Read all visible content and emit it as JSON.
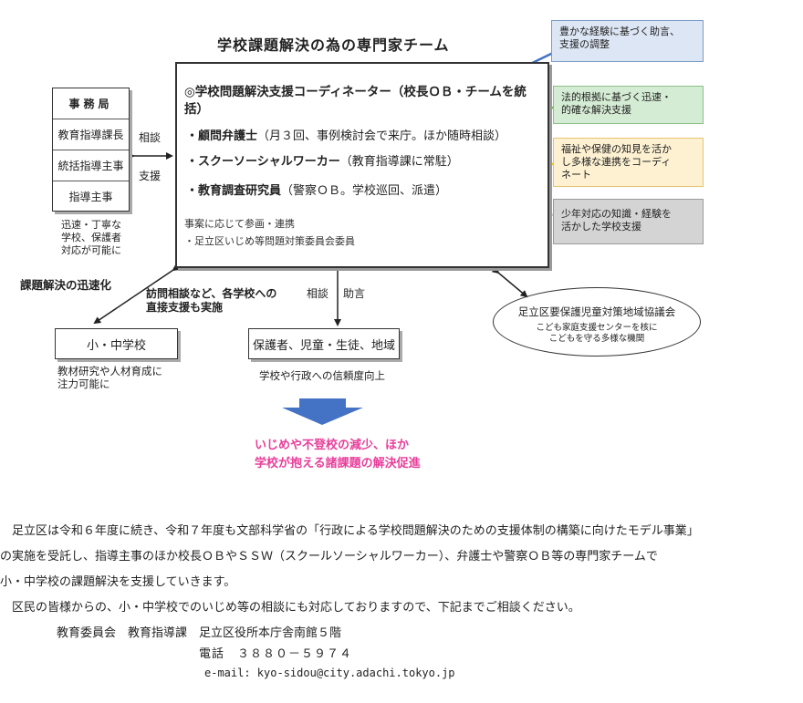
{
  "title": "学校課題解決の為の専門家チーム",
  "team": {
    "lead": "◎学校問題解決支援コーディネーター（校長ＯＢ・チームを統括）",
    "members": [
      {
        "role": "・顧問弁護士",
        "detail": "（月３回、事例検討会で来庁。ほか随時相談）"
      },
      {
        "role": "・スクーソーシャルワーカー",
        "detail": "（教育指導課に常駐）"
      },
      {
        "role": "・教育調査研究員",
        "detail": "（警察ＯＢ。学校巡回、派遣）"
      }
    ],
    "note1": "事案に応じて参画・連携",
    "note2": "・足立区いじめ等問題対策委員会委員"
  },
  "jimukyoku": {
    "title": "事務局",
    "items": [
      "教育指導課長",
      "統括指導主事",
      "指導主事"
    ],
    "caption": [
      "迅速・丁寧な",
      "学校、保護者",
      "対応が可能に"
    ]
  },
  "arrow_labels": {
    "soudan": "相談",
    "shien": "支援",
    "soudan2": "相談",
    "jogen": "助言"
  },
  "side_boxes": [
    {
      "text": [
        "豊かな経験に基づく助言、",
        "支援の調整"
      ],
      "bg": "#dce6f4",
      "border": "#7a9cc6",
      "line": "#4472c4"
    },
    {
      "text": [
        "法的根拠に基づく迅速・",
        "的確な解決支援"
      ],
      "bg": "#d5ecd4",
      "border": "#8cbf88",
      "line": "#70ad47"
    },
    {
      "text": [
        "福祉や保健の知見を活か",
        "し多様な連携をコーディ",
        "ネート"
      ],
      "bg": "#fdf1d2",
      "border": "#e3c570",
      "line": "#f4b400"
    },
    {
      "text": [
        "少年対応の知識・経験を",
        "活かした学校支援"
      ],
      "bg": "#d4d4d4",
      "border": "#9a9a9a",
      "line": "#bfbfbf"
    }
  ],
  "speedup": "課題解決の迅速化",
  "direct_support": [
    "訪問相談など、各学校への",
    "直接支援も実施"
  ],
  "school": {
    "label": "小・中学校",
    "caption": [
      "教材研究や人材育成に",
      "注力可能に"
    ]
  },
  "guardians": {
    "label": "保護者、児童・生徒、地域",
    "caption": "学校や行政への信頼度向上"
  },
  "council": {
    "title": "足立区要保護児童対策地域協議会",
    "sub": [
      "こども家庭支援センターを核に",
      "こどもを守る多様な機関"
    ]
  },
  "result": [
    "いじめや不登校の減少、ほか",
    "学校が抱える諸課題の解決促進"
  ],
  "paragraph": [
    "　足立区は令和６年度に続き、令和７年度も文部科学省の「行政による学校問題解決のための支援体制の構築に向けたモデル事業」",
    "の実施を受託し、指導主事のほか校長ＯＢやＳＳＷ（スクールソーシャルワーカー）、弁護士や警察ＯＢ等の専門家チームで",
    "小・中学校の課題解決を支援していきます。",
    "　区民の皆様からの、小・中学校でのいじめ等の相談にも対応しておりますので、下記までご相談ください。"
  ],
  "contact": {
    "dept": "教育委員会　教育指導課　足立区役所本庁舎南館５階",
    "tel": "電話　３８８０－５９７４",
    "email": "e-mail:  kyo-sidou@city.adachi.tokyo.jp"
  }
}
